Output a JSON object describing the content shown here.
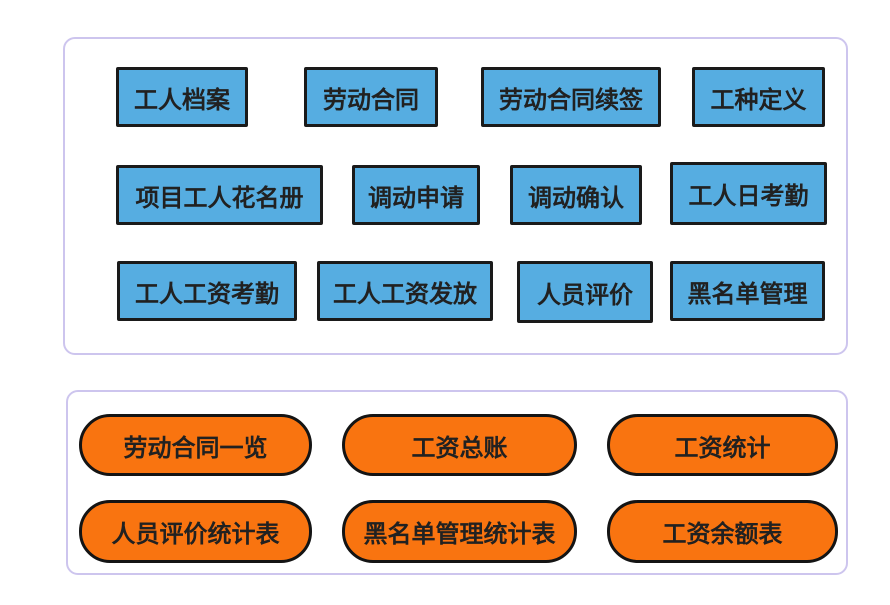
{
  "colors": {
    "page_bg": "#ffffff",
    "panel_bg": "#ffffff",
    "panel_border": "#cdc5ee",
    "blue_button_bg": "#56ade1",
    "blue_button_border": "#1a1a1a",
    "orange_button_bg": "#f97410",
    "orange_button_border": "#141414",
    "button_text": "#212121"
  },
  "module_panel": {
    "rows": [
      [
        "工人档案",
        "劳动合同",
        "劳动合同续签",
        "工种定义"
      ],
      [
        "项目工人花名册",
        "调动申请",
        "调动确认",
        "工人日考勤"
      ],
      [
        "工人工资考勤",
        "工人工资发放",
        "人员评价",
        "黑名单管理"
      ]
    ]
  },
  "report_panel": {
    "rows": [
      [
        "劳动合同一览",
        "工资总账",
        "工资统计"
      ],
      [
        "人员评价统计表",
        "黑名单管理统计表",
        "工资余额表"
      ]
    ]
  }
}
